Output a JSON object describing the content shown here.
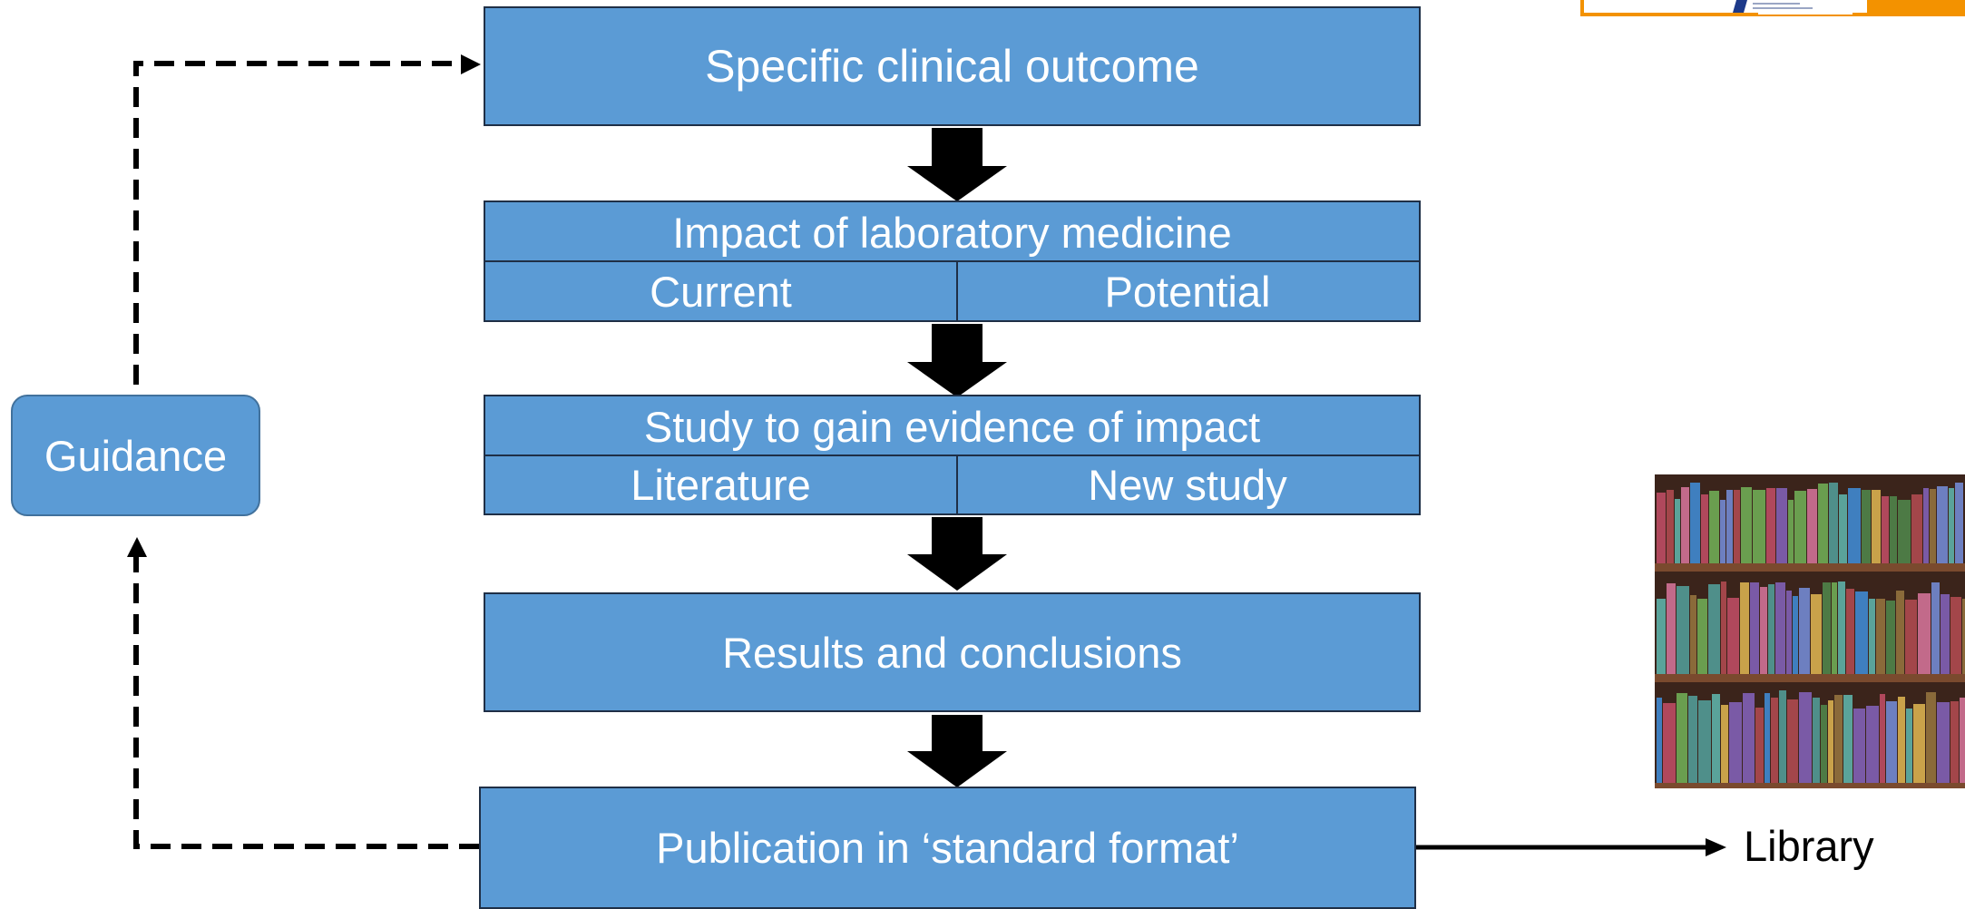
{
  "boxes": {
    "outcome": "Specific clinical outcome",
    "impact": {
      "title": "Impact of laboratory medicine",
      "left": "Current",
      "right": "Potential"
    },
    "study": {
      "title": "Study to gain evidence of impact",
      "left": "Literature",
      "right": "New study"
    },
    "results": "Results and conclusions",
    "publication": "Publication in ‘standard format’"
  },
  "guidance": "Guidance",
  "library": "Library",
  "colors": {
    "box_fill": "#5b9bd5",
    "box_border": "#1f2f46",
    "arrow": "#000000",
    "logo_orange": "#f39200"
  }
}
